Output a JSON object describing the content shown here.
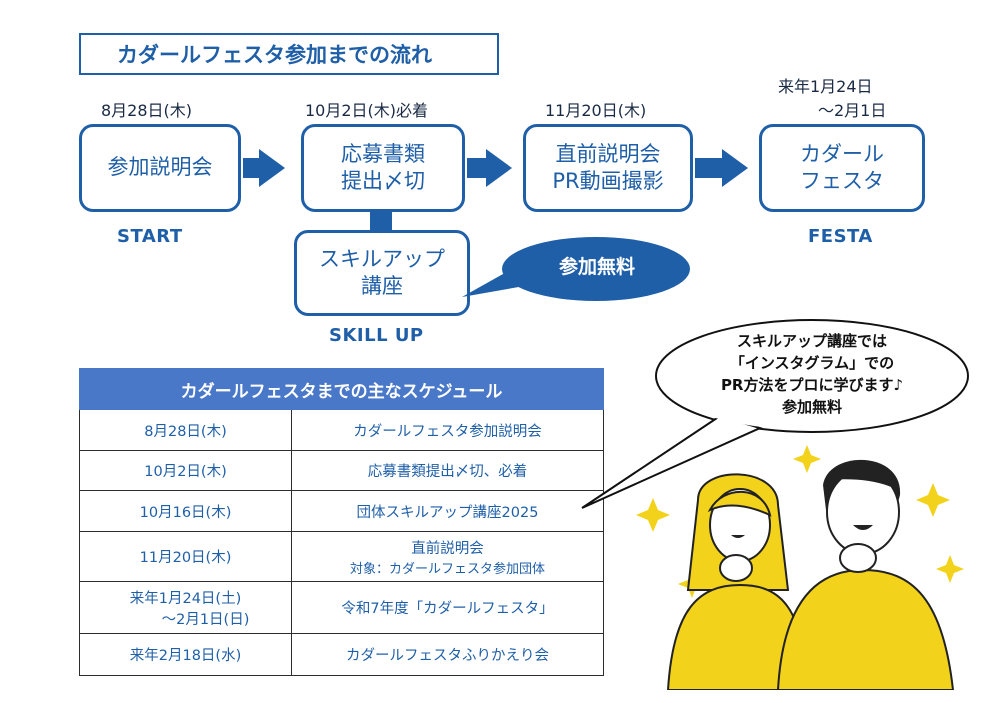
{
  "title": "カダールフェスタ参加までの流れ",
  "steps": [
    {
      "date": "8月28日(木)",
      "line1": "参加説明会",
      "line2": "",
      "label": "START"
    },
    {
      "date": "10月2日(木)必着",
      "line1": "応募書類",
      "line2": "提出〆切",
      "label": ""
    },
    {
      "date": "11月20日(木)",
      "line1": "直前説明会",
      "line2": "PR動画撮影",
      "label": ""
    },
    {
      "date_line1": "来年1月24日",
      "date_line2": "～2月1日",
      "line1": "カダール",
      "line2": "フェスタ",
      "label": "FESTA"
    }
  ],
  "skill": {
    "line1": "スキルアップ",
    "line2": "講座",
    "label": "SKILL UP",
    "free": "参加無料"
  },
  "schedule": {
    "header": "カダールフェスタまでの主なスケジュール",
    "rows": [
      {
        "date": "8月28日(木)",
        "event": "カダールフェスタ参加説明会",
        "event2": ""
      },
      {
        "date": "10月2日(木)",
        "event": "応募書類提出〆切、必着",
        "event2": ""
      },
      {
        "date": "10月16日(木)",
        "event": "団体スキルアップ講座2025",
        "event2": ""
      },
      {
        "date": "11月20日(木)",
        "event": "直前説明会",
        "event2": "対象：カダールフェスタ参加団体"
      },
      {
        "date": "来年1月24日(土)",
        "date2": "～2月1日(日)",
        "event": "令和7年度「カダールフェスタ」",
        "event2": ""
      },
      {
        "date": "来年2月18日(水)",
        "event": "カダールフェスタふりかえり会",
        "event2": ""
      }
    ]
  },
  "speech": {
    "line1": "スキルアップ講座では",
    "line2": "「インスタグラム」での",
    "line3": "PR方法をプロに学びます♪",
    "line4": "参加無料"
  },
  "colors": {
    "primary": "#1f5fa8",
    "header": "#4a78c8",
    "yellow": "#f2d21a"
  }
}
